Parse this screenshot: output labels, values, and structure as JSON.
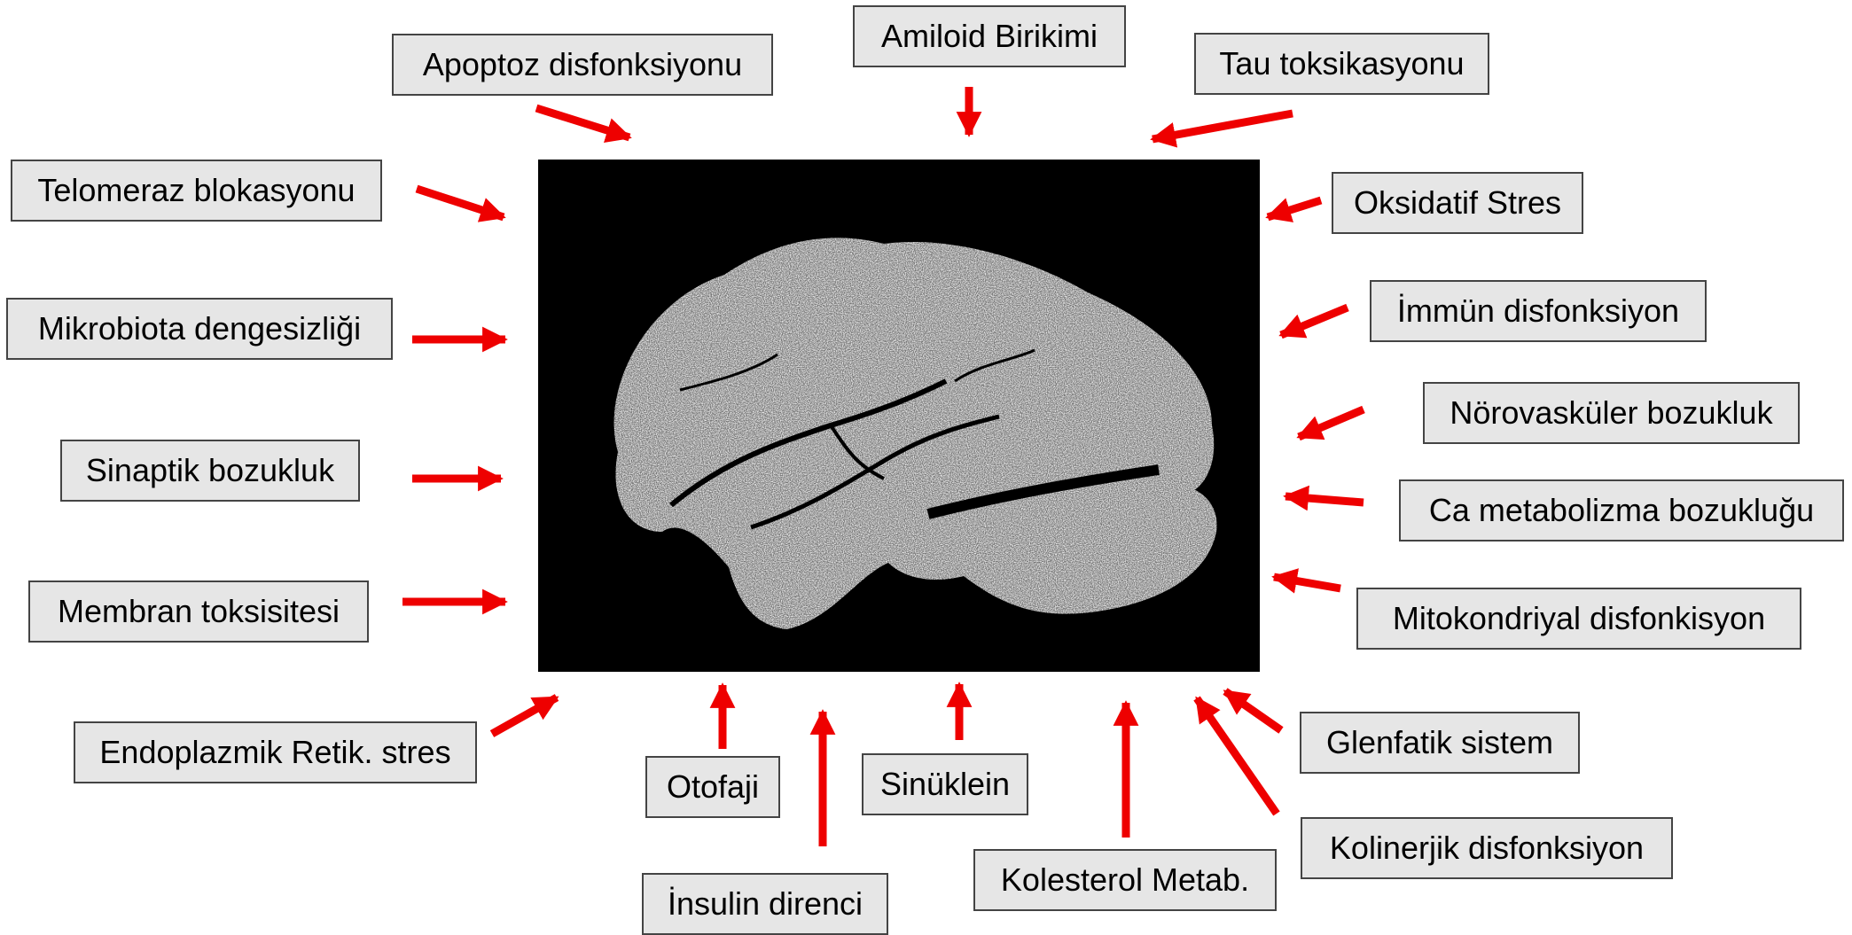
{
  "factors": {
    "amiloid": "Amiloid Birikimi",
    "apoptoz": "Apoptoz disfonksiyonu",
    "tau": "Tau toksikasyonu",
    "telomeraz": "Telomeraz blokasyonu",
    "oksidatif": "Oksidatif Stres",
    "immun": "İmmün disfonksiyon",
    "mikrobiota": "Mikrobiota dengesizliği",
    "norovaskuler": "Nörovasküler bozukluk",
    "sinaptik": "Sinaptik bozukluk",
    "ca": "Ca metabolizma bozukluğu",
    "membran": "Membran toksisitesi",
    "mitokondriyal": "Mitokondriyal disfonkisyon",
    "endoplazmik": "Endoplazmik Retik. stres",
    "glenfatik": "Glenfatik sistem",
    "otofaji": "Otofaji",
    "sinuklein": "Sinüklein",
    "kolinerjik": "Kolinerjik disfonksiyon",
    "insulin": "İnsulin direnci",
    "kolesterol": "Kolesterol Metab."
  },
  "colors": {
    "arrow": "#ee0000",
    "box_fill": "#e6e6e6",
    "box_border": "#444444",
    "brain_bg": "#000000"
  }
}
